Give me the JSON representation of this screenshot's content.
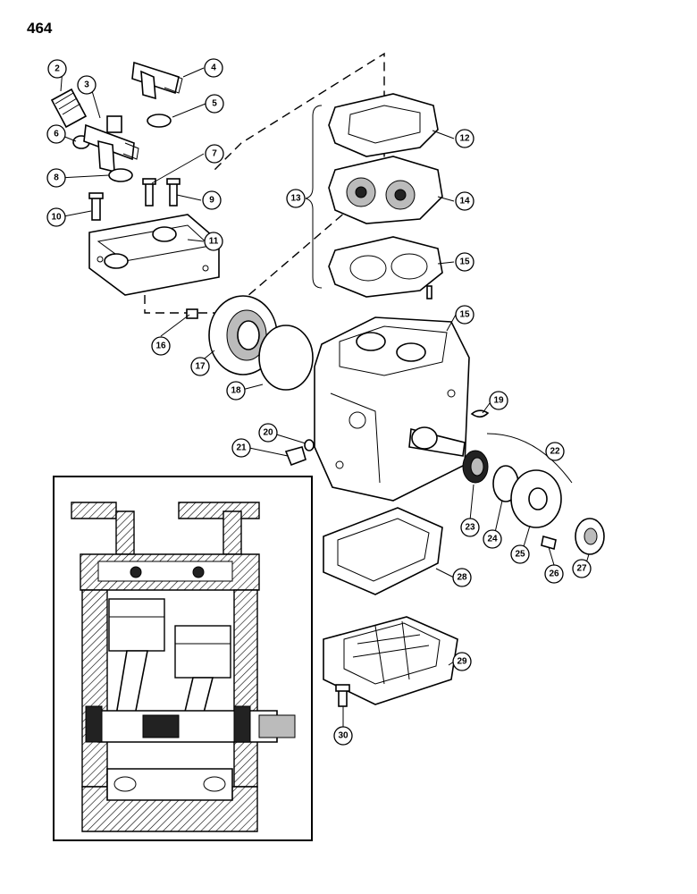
{
  "page_number": "464",
  "callouts": [
    "2",
    "3",
    "4",
    "5",
    "6",
    "7",
    "8",
    "9",
    "10",
    "11",
    "12",
    "13",
    "14",
    "15",
    "15",
    "16",
    "17",
    "18",
    "19",
    "20",
    "21",
    "22",
    "23",
    "24",
    "25",
    "26",
    "27",
    "28",
    "29",
    "30"
  ]
}
